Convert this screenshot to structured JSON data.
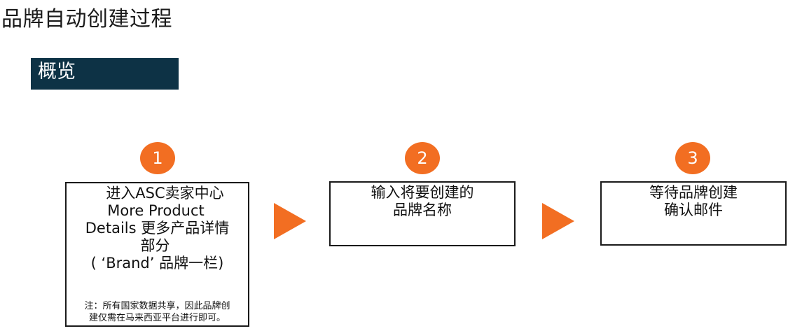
{
  "title": "品牌自动创建过程",
  "section_label": "概览",
  "steps": [
    {
      "number": "1",
      "lines": [
        "进入ASC卖家中心",
        "More Product",
        "Details 更多产品详情",
        "部分",
        "( ‘Brand’ 品牌一栏)"
      ],
      "note_lines": [
        "注：所有国家数据共享，因此品牌创",
        "建仅需在马来西亚平台进行即可。"
      ]
    },
    {
      "number": "2",
      "lines": [
        "输入将要创建的",
        "品牌名称"
      ]
    },
    {
      "number": "3",
      "lines": [
        "等待品牌创建",
        "确认邮件"
      ]
    }
  ],
  "colors": {
    "accent": "#f26e22",
    "header_bg": "#0d3245",
    "border": "#1a1a1a"
  }
}
